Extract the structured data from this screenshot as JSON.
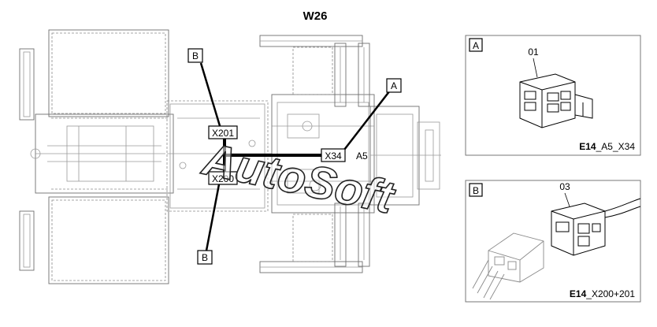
{
  "diagram": {
    "title": "W26",
    "machine_labels": {
      "callout_b_top": "B",
      "callout_b_bottom": "B",
      "callout_a": "A",
      "conn_x201": "X201",
      "conn_x200": "X200",
      "conn_x34": "X34",
      "conn_a5": "A5"
    },
    "panel_a": {
      "tag": "A",
      "part_number": "01",
      "caption_bold": "E14",
      "caption_rest": "_A5_X34"
    },
    "panel_b": {
      "tag": "B",
      "part_number": "03",
      "caption_bold": "E14",
      "caption_rest": "_X200+201"
    },
    "watermark": "AutoSoft"
  }
}
